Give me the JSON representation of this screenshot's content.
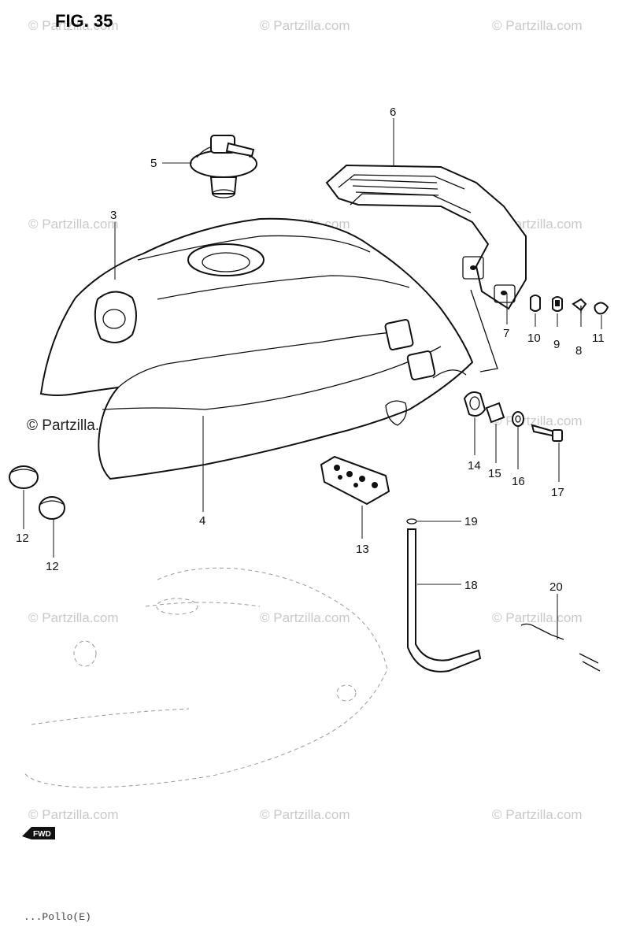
{
  "figure": {
    "title": "FIG. 35"
  },
  "watermark": {
    "text": "© Partzilla.com",
    "dark_text": "© Partzilla.com"
  },
  "forward_badge": {
    "label": "FWD"
  },
  "footer": {
    "code": "...Pollo(E)"
  },
  "callouts": [
    {
      "id": "3",
      "label": "3"
    },
    {
      "id": "4",
      "label": "4"
    },
    {
      "id": "5",
      "label": "5"
    },
    {
      "id": "6",
      "label": "6"
    },
    {
      "id": "7",
      "label": "7"
    },
    {
      "id": "8",
      "label": "8"
    },
    {
      "id": "9",
      "label": "9"
    },
    {
      "id": "10",
      "label": "10"
    },
    {
      "id": "11",
      "label": "11"
    },
    {
      "id": "12",
      "label": "12"
    },
    {
      "id": "12b",
      "label": "12"
    },
    {
      "id": "13",
      "label": "13"
    },
    {
      "id": "14",
      "label": "14"
    },
    {
      "id": "15",
      "label": "15"
    },
    {
      "id": "16",
      "label": "16"
    },
    {
      "id": "17",
      "label": "17"
    },
    {
      "id": "18",
      "label": "18"
    },
    {
      "id": "19",
      "label": "19"
    },
    {
      "id": "20",
      "label": "20"
    }
  ]
}
